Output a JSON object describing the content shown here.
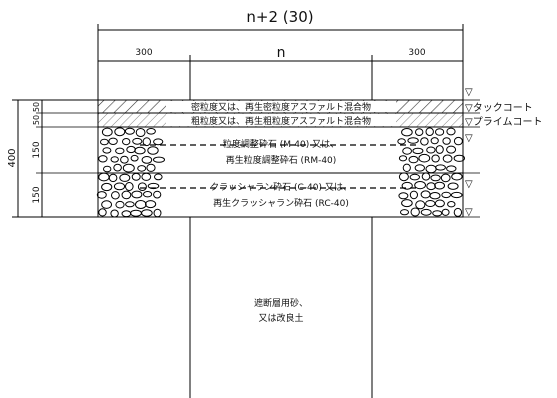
{
  "dimensions": {
    "total_width": "n+2 (30)",
    "left_width": "300",
    "center_width": "n",
    "right_width": "300",
    "total_depth": "400",
    "layer_depths": [
      "50",
      "50",
      "150",
      "150"
    ]
  },
  "layers": {
    "surface": "密粒度又は、再生密粒度アスファルト混合物",
    "binder": "粗粒度又は、再生粗粒度アスファルト混合物",
    "upper_base_struck": "粒度調整砕石 (M-40) 又は、",
    "upper_base": "再生粒度調整砕石 (RM-40)",
    "subbase_struck": "クラッシャラン砕石 (C-40) 又は、",
    "subbase": "再生クラッシャラン砕石 (RC-40)"
  },
  "coats": {
    "tack": "▽タックコート",
    "prime": "▽プライムコート",
    "marker": "▽"
  },
  "backfill": {
    "line1": "遮断層用砂、",
    "line2": "又は改良土"
  }
}
